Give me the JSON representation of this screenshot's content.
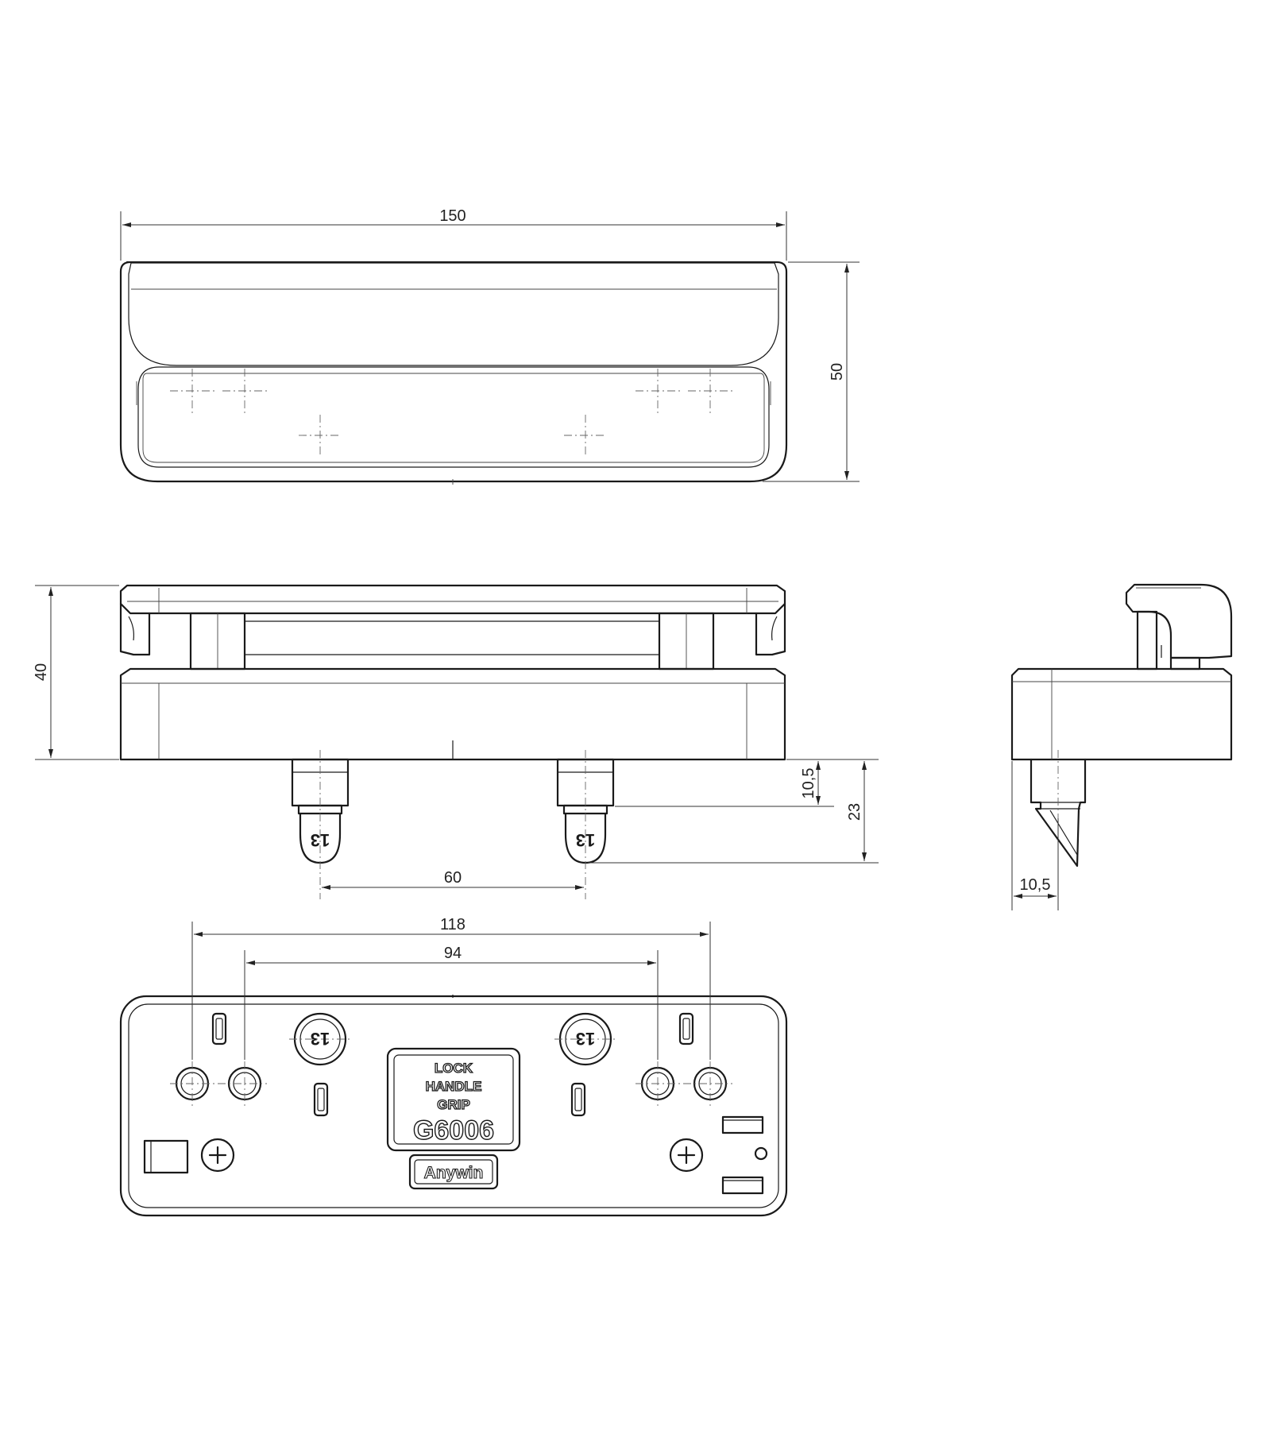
{
  "dimensions": {
    "top_width": "150",
    "top_height": "50",
    "front_height": "40",
    "pin_length": "10,5",
    "pin_total": "23",
    "pin_spacing": "60",
    "side_offset": "10,5",
    "hole_spacing_outer": "118",
    "hole_spacing_inner": "94"
  },
  "label_plate": {
    "line1": "LOCK",
    "line2": "HANDLE",
    "line3": "GRIP",
    "model": "G6006"
  },
  "brand": "Anywin",
  "pin_marking": "13"
}
